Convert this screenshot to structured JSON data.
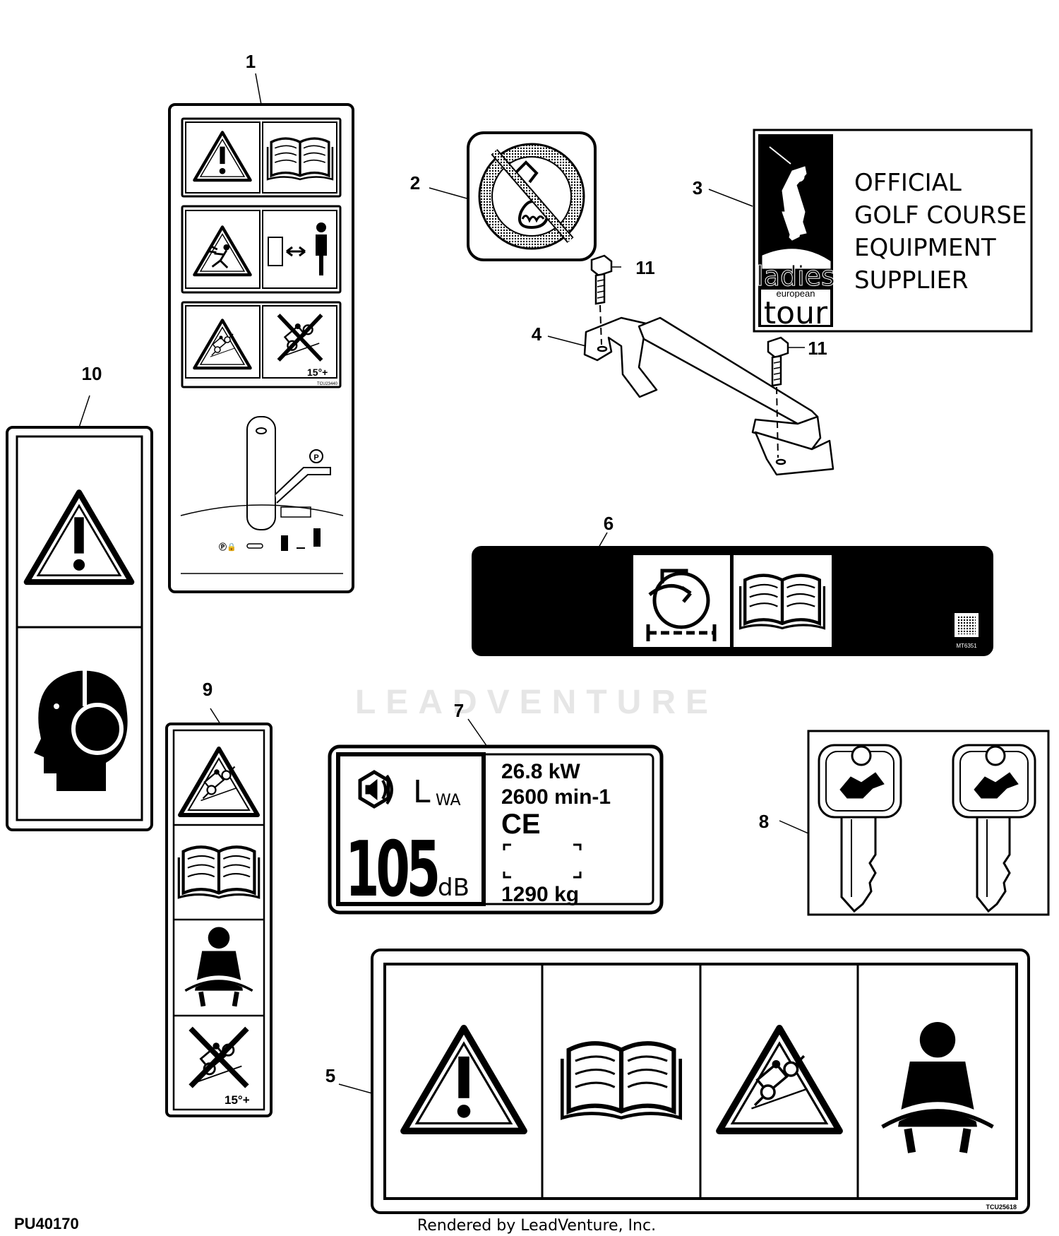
{
  "diagram": {
    "callouts": [
      "1",
      "2",
      "3",
      "4",
      "5",
      "6",
      "7",
      "8",
      "9",
      "10",
      "11"
    ],
    "figure_id": "PU40170",
    "rendered_by": "Rendered by LeadVenture, Inc.",
    "watermark": "LEADVENTURE"
  },
  "label_1": {
    "part_code": "TCU23440",
    "slope_text": "15°+"
  },
  "label_3": {
    "logo_words": [
      "ladies",
      "european",
      "tour"
    ],
    "lines": [
      "OFFICIAL",
      "GOLF COURSE",
      "EQUIPMENT",
      "SUPPLIER"
    ]
  },
  "label_5": {
    "part_code": "TCU25618"
  },
  "label_6": {
    "part_code": "MT6351"
  },
  "label_7": {
    "lwa_prefix": "L",
    "lwa_sub": "WA",
    "db_value": "105",
    "db_unit": "dB",
    "power": "26.8 kW",
    "speed": "2600 min-1",
    "ce_mark": "CE",
    "mass": "1290 kg"
  },
  "label_9": {
    "slope_text": "15°+"
  },
  "colors": {
    "ink": "#000000",
    "paper": "#ffffff",
    "watermark": "#e6e6e6"
  }
}
